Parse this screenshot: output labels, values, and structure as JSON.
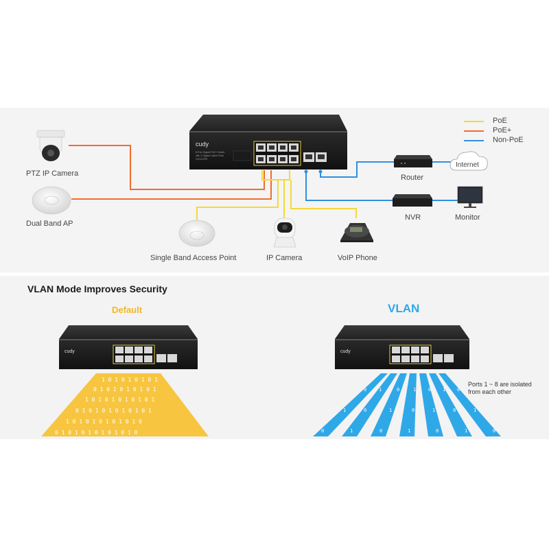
{
  "legend": {
    "items": [
      {
        "label": "PoE",
        "color": "#f5d838"
      },
      {
        "label": "PoE+",
        "color": "#f26b2c"
      },
      {
        "label": "Non-PoE",
        "color": "#2e8fe0"
      }
    ]
  },
  "switch": {
    "brand": "cudy",
    "model_line1": "8-Port Gigabit PoE+ Switch",
    "model_line2": "with 2 Gigabit Uplink Ports",
    "model_line3": "GS1010PE"
  },
  "devices": {
    "ptz_camera": "PTZ IP Camera",
    "dual_band_ap": "Dual Band AP",
    "single_band_ap": "Single Band Access Point",
    "ip_camera": "IP Camera",
    "voip_phone": "VoIP Phone",
    "router": "Router",
    "internet": "Internet",
    "nvr": "NVR",
    "monitor": "Monitor"
  },
  "vlan_section": {
    "heading": "VLAN Mode Improves Security",
    "default_title": "Default",
    "vlan_title": "VLAN",
    "isolation_note_line1": "Ports 1 ~ 8 are isolated",
    "isolation_note_line2": "from each other",
    "default_color": "#f7c540",
    "vlan_color": "#2fa8e8"
  }
}
